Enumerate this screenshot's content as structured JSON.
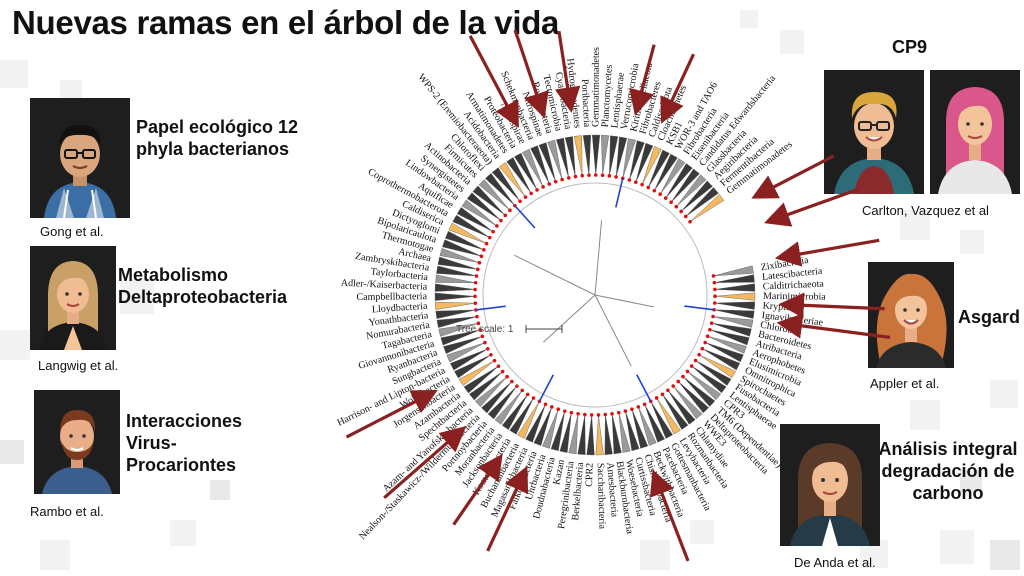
{
  "title": "Nuevas ramas en el árbol de la vida",
  "groups": {
    "gong": {
      "topic": "Papel ecológico 12 phyla bacterianos",
      "author": "Gong et al."
    },
    "langwig": {
      "topic": "Metabolismo Deltaproteobacteria",
      "author": "Langwig et al."
    },
    "rambo": {
      "topic": "Interacciones Virus-Procariontes",
      "author": "Rambo et al."
    },
    "cp9": {
      "topic": "CP9",
      "author": "Carlton, Vazquez et al"
    },
    "appler": {
      "topic": "Asgard",
      "author": "Appler et al."
    },
    "deanda": {
      "topic": "Análisis integral degradación de carbono",
      "author": "De Anda et al."
    }
  },
  "tree": {
    "scale_label": "Tree scale: 1",
    "taxa": [
      "Zixibacteria",
      "Latescibacteria",
      "Calditrichaeota",
      "Marinimicrobia",
      "Kryptonia",
      "Ignavibacteriae",
      "Chlorobi",
      "Bacteroidetes",
      "Atribacteria",
      "Aerophobetes",
      "Elusimicrobia",
      "Omnitrophica",
      "Spirochaetes",
      "Fusobacteria",
      "Lentisphaerae",
      "CPR3",
      "TM6 (Dependentiae)",
      "Deltaproteobacteria",
      "WWE3",
      "Chlamydiae",
      "Rozmanbacteria",
      "Levybacteria",
      "Gottesmanbacteria",
      "Pacebacteria",
      "Beckwithbacteria",
      "Chisholmbacteria",
      "Curtissbacteria",
      "Woesebacteria",
      "Blackburnbacteria",
      "Amesbacteria",
      "Saccharibacteria",
      "CPR2",
      "Berkelbacteria",
      "Peregrinibacteria",
      "Kazan",
      "Doudnabacteria",
      "Uhrbacteria",
      "Falkowbacteria",
      "Magasanikbacteria",
      "Buchananbacteria",
      "Komeilibacteria",
      "Jacksonbacteria",
      "Moranbacteria",
      "Portnoybacteria",
      "Nealson-/Staskawicz-/Wildermuthbacteria",
      "Azam- and Yanofsky-bacteria",
      "Spechtbacteria",
      "Azambacteria",
      "Jorgensenbacteria",
      "Wolfebacteria",
      "Harrison- and Lipton-bacteria",
      "Sungbacteria",
      "Ryanbacteria",
      "Giovannonibacteria",
      "Tagabacteria",
      "Nomurabacteria",
      "Yonathbacteria",
      "Lloydbacteria",
      "Campbellbacteria",
      "Adler-/Kaiserbacteria",
      "Taylorbacteria",
      "Zambryskibacteria",
      "Archaea",
      "Thermotogae",
      "Bipolaricaulota",
      "Dictyoglomi",
      "Caldiserica",
      "Coprothermobacterota",
      "Aquificae",
      "Lindowbacteria",
      "Synergistetes",
      "Actinobacteria",
      "Firmicutes",
      "Chloroflexi",
      "WPS-2 (Eremiobacteraeota)",
      "Acidobacteria",
      "Armatimonadetes",
      "Proteobacteria",
      "Nitrospirae",
      "Schekmanbacteria",
      "Nitrospinae",
      "Rokubacteria",
      "Tectomicrobia",
      "Cyanobacteria",
      "Hydrogenedentes",
      "Poribacteria",
      "Gemmatimonadetes",
      "Planctomycetes",
      "Lentisphaerae",
      "Verrucomicrobia",
      "Kiritimatiellaeota",
      "Fibrobacteres",
      "Caldisericota",
      "Cloacimonetes",
      "KSB1",
      "WOR-3 and TAO6",
      "Fibrobacteria",
      "Eisenibacteria",
      "Candidatus Edwardsbacteria",
      "Glassbacteria",
      "Aegiribacteria",
      "Fermentibacteria",
      "Gemmatimonadetes"
    ]
  },
  "colors": {
    "arrow": "#8b2020",
    "highlight": "#f4b860",
    "gray": "#9a9a9a",
    "dark": "#3a3a3a",
    "blue": "#2244cc",
    "node": "#e01010"
  }
}
